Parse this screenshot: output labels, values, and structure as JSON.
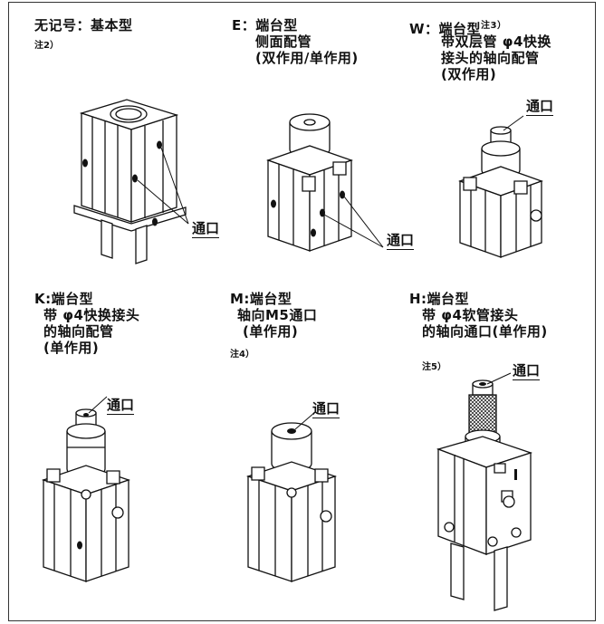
{
  "panels": [
    {
      "id": "basic",
      "title_lines": [
        "无记号：基本型"
      ],
      "note": "注2）",
      "port_label": "通口"
    },
    {
      "id": "E",
      "title_lines": [
        "E：端台型",
        "侧面配管",
        "(双作用/单作用)"
      ],
      "port_label": "通口"
    },
    {
      "id": "W",
      "title_lines": [
        "W：端台型",
        "带双层管 φ4快换",
        "接头的轴向配管",
        "(双作用)"
      ],
      "title_sup": "注3）",
      "port_label": "通口"
    },
    {
      "id": "K",
      "title_lines": [
        "K:端台型",
        "带 φ4快换接头",
        "的轴向配管",
        "(单作用)"
      ],
      "port_label": "通口"
    },
    {
      "id": "M",
      "title_lines": [
        "M:端台型",
        "轴向M5通口",
        "(单作用)"
      ],
      "note": "注4）",
      "port_label": "通口"
    },
    {
      "id": "H",
      "title_lines": [
        "H:端台型",
        "带 φ4软管接头",
        "的轴向通口(单作用)"
      ],
      "note": "注5）",
      "port_label": "通口"
    }
  ]
}
